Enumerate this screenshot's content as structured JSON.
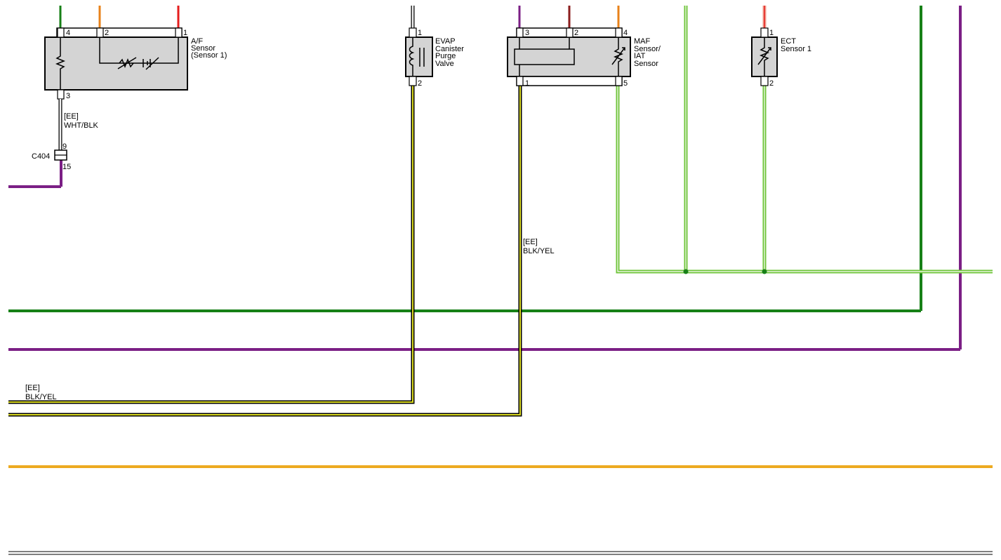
{
  "colors": {
    "green": "#178017",
    "purple": "#7b1f85",
    "orange": "#e8821a",
    "red": "#e51e1e",
    "brown": "#8b1d1d",
    "gold": "#edaa20",
    "pink": "#f0a090",
    "light_green": "#6fc43a",
    "blk_yel_fill": "#d8d820",
    "wht_blk_fill": "#f2f2f2",
    "component_fill": "#d4d4d4"
  },
  "components": {
    "af_sensor": {
      "label": [
        "A/F",
        "Sensor",
        "(Sensor 1)"
      ],
      "pins": {
        "p4": "4",
        "p2": "2",
        "p1": "1",
        "p3": "3"
      }
    },
    "evap_valve": {
      "label": [
        "EVAP",
        "Canister",
        "Purge",
        "Valve"
      ],
      "pins": {
        "p1": "1",
        "p2": "2"
      }
    },
    "maf_sensor": {
      "label": [
        "MAF",
        "Sensor/",
        "IAT",
        "Sensor"
      ],
      "pins": {
        "p3": "3",
        "p2": "2",
        "p4": "4",
        "p1": "1",
        "p5": "5"
      }
    },
    "ect_sensor": {
      "label": [
        "ECT",
        "Sensor 1"
      ],
      "pins": {
        "p1": "1",
        "p2": "2"
      }
    }
  },
  "connector_c404": {
    "name": "C404",
    "pin_top": "9",
    "pin_bottom": "15"
  },
  "wire_labels": {
    "af_harness": [
      "[EE]",
      "WHT/BLK"
    ],
    "maf_harness": [
      "[EE]",
      "BLK/YEL"
    ],
    "left_harness": [
      "[EE]",
      "BLK/YEL"
    ]
  }
}
